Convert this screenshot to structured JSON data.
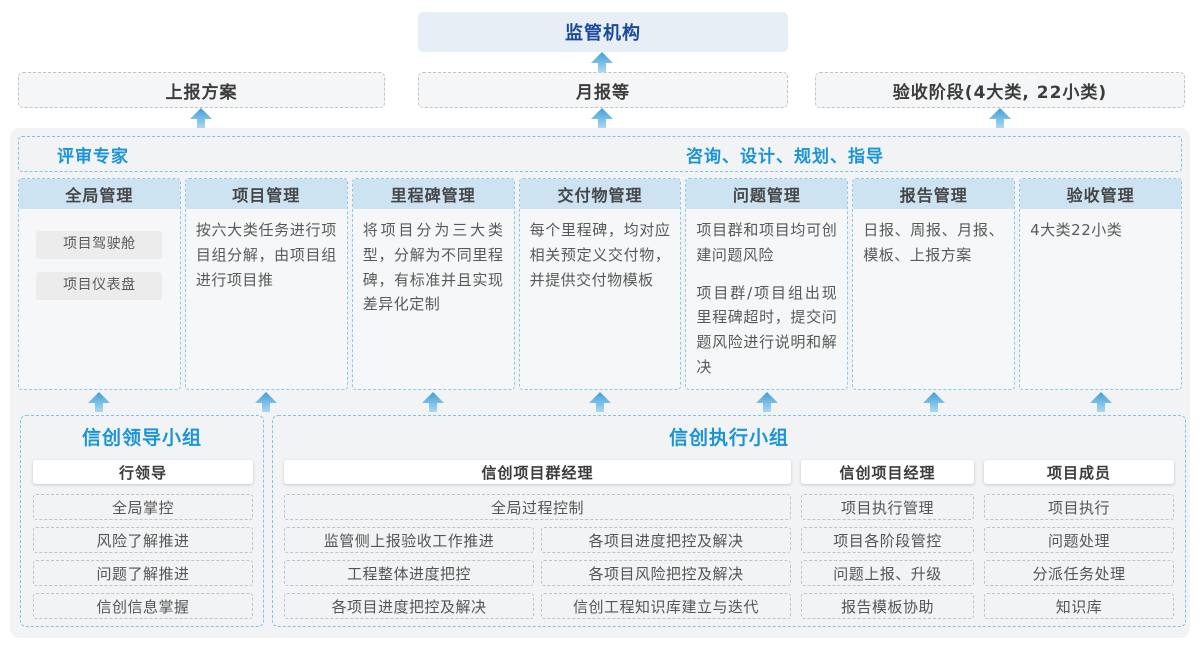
{
  "colors": {
    "accent_blue": "#1c95d6",
    "navy": "#1b4a9b",
    "panel_bg": "#f2f3f4",
    "column_header_bg": "#cde3f1",
    "dashed_blue_border": "#82c2e8",
    "arrow_blue": "#3e9fd8"
  },
  "top": {
    "regulator": "监管机构"
  },
  "report_row": [
    {
      "label": "上报方案"
    },
    {
      "label": "月报等"
    },
    {
      "label": "验收阶段(4大类, 22小类)"
    }
  ],
  "expert_bar": {
    "left": "评审专家",
    "right": "咨询、设计、规划、指导"
  },
  "columns": [
    {
      "title": "全局管理",
      "pills": [
        "项目驾驶舱",
        "项目仪表盘"
      ]
    },
    {
      "title": "项目管理",
      "text": "按六大类任务进行项目组分解，由项目组进行项目推"
    },
    {
      "title": "里程碑管理",
      "text": "将项目分为三大类型，分解为不同里程碑，有标准并且实现差异化定制"
    },
    {
      "title": "交付物管理",
      "text": "每个里程碑，均对应相关预定义交付物，并提供交付物模板"
    },
    {
      "title": "问题管理",
      "paragraphs": [
        "项目群和项目均可创建问题风险",
        "项目群/项目组出现里程碑超时，提交问题风险进行说明和解决"
      ]
    },
    {
      "title": "报告管理",
      "text": "日报、周报、月报、模板、上报方案"
    },
    {
      "title": "验收管理",
      "text": "4大类22小类"
    }
  ],
  "leadership": {
    "title": "信创领导小组",
    "role": "行领导",
    "items": [
      "全局掌控",
      "风险了解推进",
      "问题了解推进",
      "信创信息掌握"
    ]
  },
  "executive": {
    "title": "信创执行小组",
    "pgm_manager": {
      "role": "信创项目群经理",
      "full_item": "全局过程控制",
      "left_items": [
        "监管侧上报验收工作推进",
        "工程整体进度把控",
        "各项目进度把控及解决"
      ],
      "right_items": [
        "各项目进度把控及解决",
        "各项目风险把控及解决",
        "信创工程知识库建立与迭代"
      ]
    },
    "project_manager": {
      "role": "信创项目经理",
      "items": [
        "项目执行管理",
        "项目各阶段管控",
        "问题上报、升级",
        "报告模板协助"
      ]
    },
    "member": {
      "role": "项目成员",
      "items": [
        "项目执行",
        "问题处理",
        "分派任务处理",
        "知识库"
      ]
    }
  }
}
